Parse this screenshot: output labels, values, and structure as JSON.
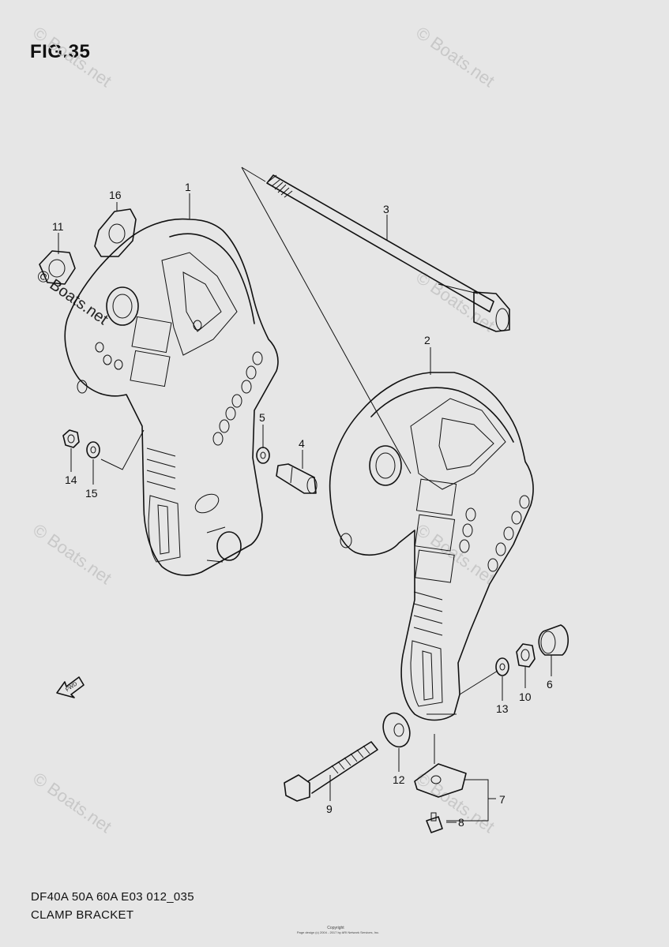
{
  "figure": {
    "title": "FIG.35",
    "model_code": "DF40A 50A 60A E03 012_035",
    "part_name": "CLAMP BRACKET",
    "copyright_label": "Copyright",
    "copyright_line": "Page design (c) 2004 - 2017 by ARI Network Services, Inc."
  },
  "watermark": {
    "text": "© Boats.net"
  },
  "fwd_label": "FWD",
  "callouts": {
    "c1": "1",
    "c2": "2",
    "c3": "3",
    "c4": "4",
    "c5": "5",
    "c6": "6",
    "c7": "7",
    "c8": "8",
    "c9": "9",
    "c10": "10",
    "c11": "11",
    "c12": "12",
    "c13": "13",
    "c14": "14",
    "c15": "15",
    "c16": "16"
  },
  "colors": {
    "background": "#e6e6e6",
    "line": "#111111",
    "watermark": "#c8c8c8"
  }
}
